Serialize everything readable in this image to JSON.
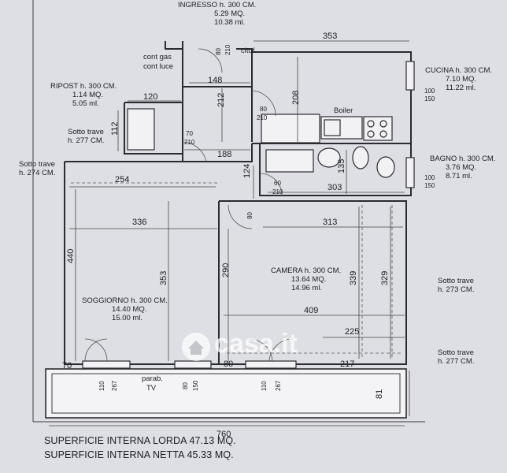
{
  "rooms": {
    "ingresso": {
      "name": "INGRESSO h. 300 CM.",
      "area": "5.29 MQ.",
      "ml": "10.38 ml."
    },
    "cucina": {
      "name": "CUCINA h. 300 CM.",
      "area": "7.10 MQ.",
      "ml": "11.22 ml."
    },
    "ripost": {
      "name": "RIPOST h. 300 CM.",
      "area": "1.14 MQ.",
      "ml": "5.05 ml."
    },
    "bagno": {
      "name": "BAGNO h. 300 CM.",
      "area": "3.76 MQ.",
      "ml": "8.71 ml."
    },
    "camera": {
      "name": "CAMERA h. 300 CM.",
      "area": "13.64 MQ.",
      "ml": "14.96 ml."
    },
    "soggiorno": {
      "name": "SOGGIORNO h. 300 CM.",
      "area": "14.40 MQ.",
      "ml": "15.00 ml."
    }
  },
  "notes": {
    "cont_gas": "cont gas",
    "cont_luce": "cont luce",
    "citof": "citof.",
    "boiler": "Boiler",
    "sotto_trave_277_left": "Sotto trave\nh. 277 CM.",
    "sotto_trave_274": "Sotto trave\nh. 274 CM.",
    "sotto_trave_273": "Sotto trave\nh. 273 CM.",
    "sotto_trave_277_right": "Sotto trave\nh. 277 CM.",
    "parab": "parab.",
    "tv": "TV"
  },
  "dimensions": {
    "d353_top": "353",
    "d148": "148",
    "d212": "212",
    "d208": "208",
    "d120": "120",
    "d112": "112",
    "d188": "188",
    "d254": "254",
    "d124": "124",
    "d135": "135",
    "d303": "303",
    "d336": "336",
    "d313": "313",
    "d440": "440",
    "d353_left": "353",
    "d290": "290",
    "d339": "339",
    "d329": "329",
    "d409": "409",
    "d225": "225",
    "d70": "70",
    "d80_bottom": "80",
    "d217": "217",
    "d760": "760",
    "d81": "81",
    "door_70_210": [
      "70",
      "210"
    ],
    "door_80_210_cucina": [
      "80",
      "210"
    ],
    "door_60_210": [
      "60",
      "210"
    ],
    "door_80_camera": "80",
    "win_cucina": [
      "100",
      "150"
    ],
    "win_bagno": [
      "100",
      "150"
    ],
    "win_soggiorno": [
      "110",
      "267"
    ],
    "win_parab": [
      "80",
      "150"
    ],
    "win_camera": [
      "110",
      "267"
    ],
    "door_ingresso": [
      "80",
      "210"
    ]
  },
  "footer": {
    "lorda": "SUPERFICIE INTERNA LORDA 47.13 MQ.",
    "netta": "SUPERFICIE INTERNA NETTA 45.33 MQ."
  },
  "watermark": "casa.it"
}
